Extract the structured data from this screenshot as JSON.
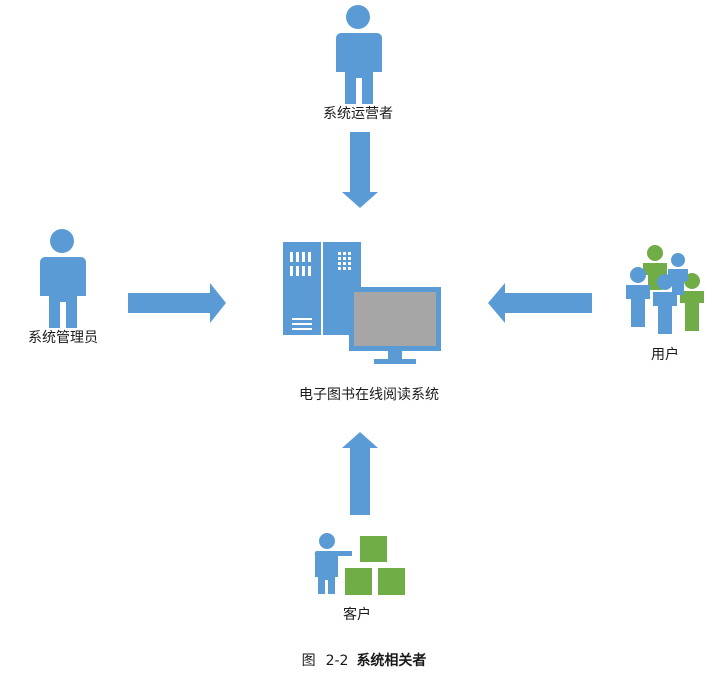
{
  "diagram": {
    "center_system": "电子图书在线阅读系统",
    "actors": {
      "operator": "系统运营者",
      "admin": "系统管理员",
      "user": "用户",
      "customer": "客户"
    },
    "colors": {
      "person_blue": "#5b9bd5",
      "arrow_blue": "#5b9bd5",
      "green": "#70ad47",
      "monitor_screen": "#a6a6a6",
      "server_blue": "#5b9bd5"
    }
  },
  "caption": {
    "figure": "图",
    "number": "2-2",
    "title": "系统相关者"
  }
}
